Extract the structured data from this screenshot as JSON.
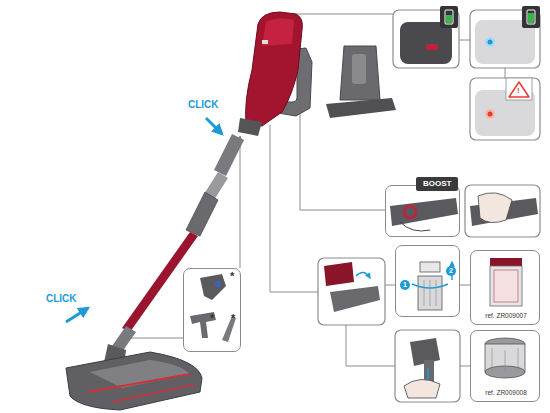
{
  "diagram": {
    "nodes": [
      {
        "text": [
          "*",
          "*",
          "*"
        ]
      },
      {
        "text": [
          "BOOST"
        ]
      },
      {
        "text": [
          "1",
          "2"
        ]
      },
      {
        "text": [
          "ref. ZR009007"
        ]
      },
      {
        "text": [
          "ref. ZR009008"
        ]
      }
    ],
    "labels": [
      "CLICK",
      "CLICK",
      "!"
    ]
  }
}
